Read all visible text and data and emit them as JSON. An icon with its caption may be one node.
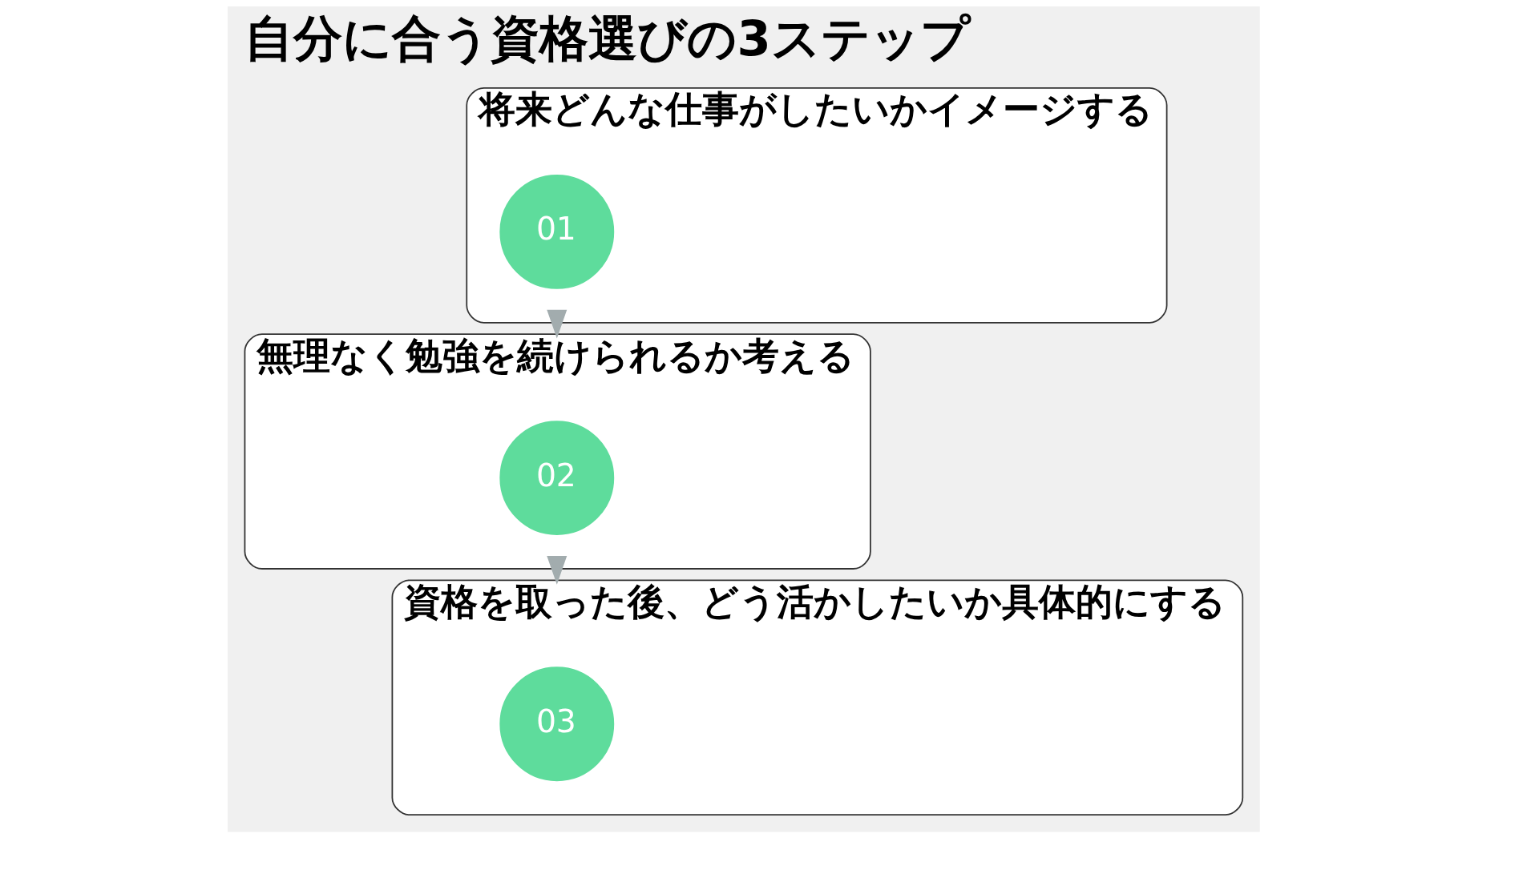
{
  "diagram": {
    "title": "自分に合う資格選びの3ステップ",
    "nodes": [
      {
        "text": [
          "将来どんな仕事がしたいかイメージする"
        ]
      },
      {
        "text": [
          "01"
        ],
        "in": 0
      },
      {
        "text": [
          "無理なく勉強を続けられるか考える"
        ]
      },
      {
        "text": [
          "02"
        ],
        "in": 2
      },
      {
        "text": [
          "資格を取った後、どう活かしたいか具体的にする"
        ]
      },
      {
        "text": [
          "03"
        ],
        "in": 4
      }
    ],
    "edges": [
      {
        "from": 0,
        "to": 2,
        "arrow": "to"
      },
      {
        "from": 2,
        "to": 4,
        "arrow": "to"
      }
    ]
  }
}
